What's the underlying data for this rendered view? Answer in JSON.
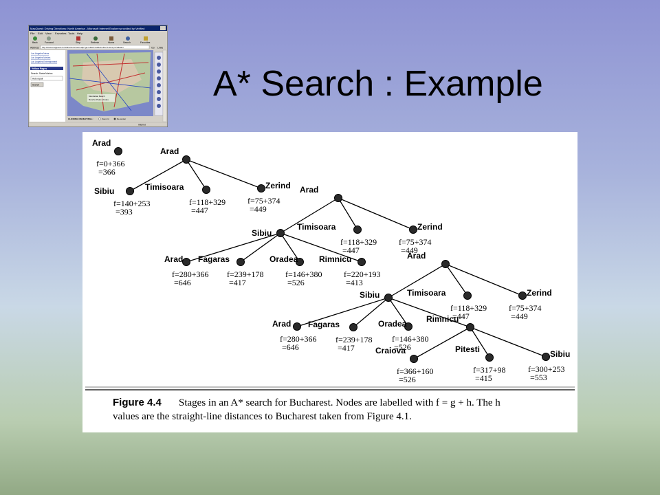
{
  "slide": {
    "title": "A* Search : Example"
  },
  "browser_thumbnail": {
    "window_title": "MapQuest: Driving Directions: North America - Microsoft Internet Explorer provided by Verified",
    "menu": [
      "File",
      "Edit",
      "View",
      "Favorites",
      "Tools",
      "Help"
    ],
    "toolbar": [
      "Back",
      "Forward",
      "Stop",
      "Refresh",
      "Home",
      "Search",
      "Favorites"
    ],
    "address_label": "Address",
    "address_value": "http://www.mapquest.com/directions/main.adp?go=1&dd=ns&1ah=&1c=LA&1y=US&2ah=",
    "go_label": "Go",
    "links_label": "Links",
    "sidebar_links": [
      "Los Angeles News",
      "Los Angeles Movies",
      "Los Angeles Entertainment"
    ],
    "yellow_pages_header": "Yellow Pages",
    "search_label": "Search: Santa Monica",
    "select_value": "Auto repair",
    "search_button": "Search",
    "map_labels": [
      "Manhattan Beach",
      "Rancho Palos Verdes"
    ],
    "map_click_label": "CLICKING ON MAP WILL:",
    "radio_zoom": "Zoom In",
    "radio_recenter": "Re-center",
    "status_text": "Internet"
  },
  "figure": {
    "caption_label": "Figure 4.4",
    "caption_line1": "Stages in an A* search for Bucharest.  Nodes are labelled with f = g + h.  The h",
    "caption_line2": "values are the straight-line distances to Bucharest taken from Figure 4.1.",
    "nodes": [
      {
        "name": "Arad",
        "f": "f=0+366",
        "v": "=366"
      },
      {
        "name": "Arad"
      },
      {
        "name": "Sibiu",
        "f": "f=140+253",
        "v": "=393"
      },
      {
        "name": "Timisoara",
        "f": "f=118+329",
        "v": "=447"
      },
      {
        "name": "Zerind",
        "f": "f=75+374",
        "v": "=449"
      },
      {
        "name": "Arad"
      },
      {
        "name": "Sibiu"
      },
      {
        "name": "Timisoara",
        "f": "f=118+329",
        "v": "=447"
      },
      {
        "name": "Zerind",
        "f": "f=75+374",
        "v": "=449"
      },
      {
        "name": "Arad",
        "f": "f=280+366",
        "v": "=646"
      },
      {
        "name": "Fagaras",
        "f": "f=239+178",
        "v": "=417"
      },
      {
        "name": "Oradea",
        "f": "f=146+380",
        "v": "=526"
      },
      {
        "name": "Rimnicu",
        "f": "f=220+193",
        "v": "=413"
      },
      {
        "name": "Arad"
      },
      {
        "name": "Sibiu"
      },
      {
        "name": "Timisoara",
        "f": "f=118+329",
        "v": "=447"
      },
      {
        "name": "Zerind",
        "f": "f=75+374",
        "v": "=449"
      },
      {
        "name": "Arad",
        "f": "f=280+366",
        "v": "=646"
      },
      {
        "name": "Fagaras",
        "f": "f=239+178",
        "v": "=417"
      },
      {
        "name": "Oradea",
        "f": "f=146+380",
        "v": "=526"
      },
      {
        "name": "Rimnicu"
      },
      {
        "name": "Craiova",
        "f": "f=366+160",
        "v": "=526"
      },
      {
        "name": "Pitesti",
        "f": "f=317+98",
        "v": "=415"
      },
      {
        "name": "Sibiu",
        "f": "f=300+253",
        "v": "=553"
      }
    ]
  }
}
